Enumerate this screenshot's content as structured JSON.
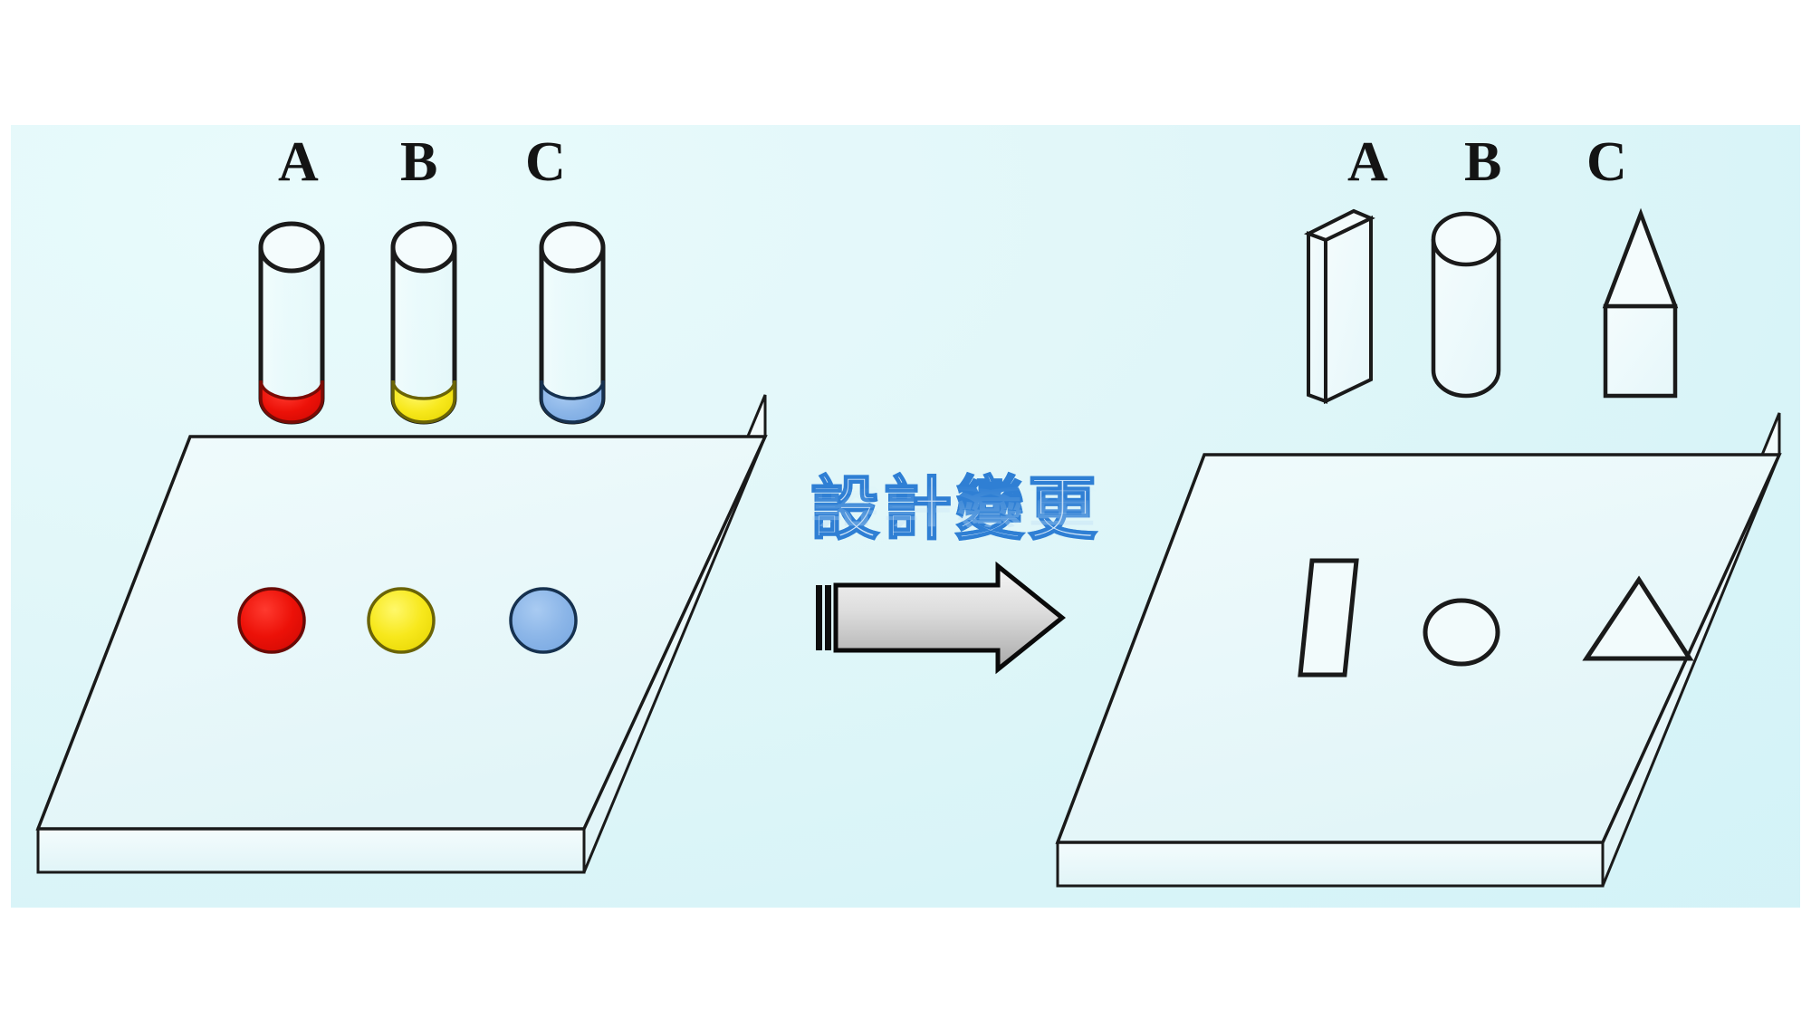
{
  "canvas": {
    "bg_top_color": "#e9fbfc",
    "bg_bottom_color": "#d2f2f7"
  },
  "center_caption": {
    "text": "設計變更",
    "meaning": "Design Change",
    "color_light": "#bfe0f7",
    "color_dark": "#2f7fd4",
    "has_reflection": true
  },
  "arrow": {
    "name": "right-arrow",
    "direction": "right",
    "fill_light": "#f2f2f2",
    "fill_dark": "#9a9a9a",
    "stroke": "#000000"
  },
  "left_panel": {
    "title": "before-design",
    "board": {
      "surface_color": "#eaf8fa",
      "edge_color": "#1a1a1a"
    },
    "columns": [
      {
        "label": "A",
        "part_type": "test-tube",
        "content_color": "#e8120c",
        "hole_shape": "circle",
        "hole_color": "#e8120c"
      },
      {
        "label": "B",
        "part_type": "test-tube",
        "content_color": "#f5e31a",
        "hole_shape": "circle",
        "hole_color": "#f5e31a"
      },
      {
        "label": "C",
        "part_type": "test-tube",
        "content_color": "#8cb6e8",
        "hole_shape": "circle",
        "hole_color": "#8cb6e8"
      }
    ]
  },
  "right_panel": {
    "title": "after-design",
    "board": {
      "surface_color": "#eaf8fa",
      "edge_color": "#1a1a1a"
    },
    "columns": [
      {
        "label": "A",
        "part_type": "rectangular-prism",
        "content_color": "none",
        "hole_shape": "rectangle",
        "hole_color": "none"
      },
      {
        "label": "B",
        "part_type": "cylinder",
        "content_color": "none",
        "hole_shape": "circle",
        "hole_color": "none"
      },
      {
        "label": "C",
        "part_type": "triangular-prism",
        "content_color": "none",
        "hole_shape": "triangle",
        "hole_color": "none"
      }
    ]
  }
}
